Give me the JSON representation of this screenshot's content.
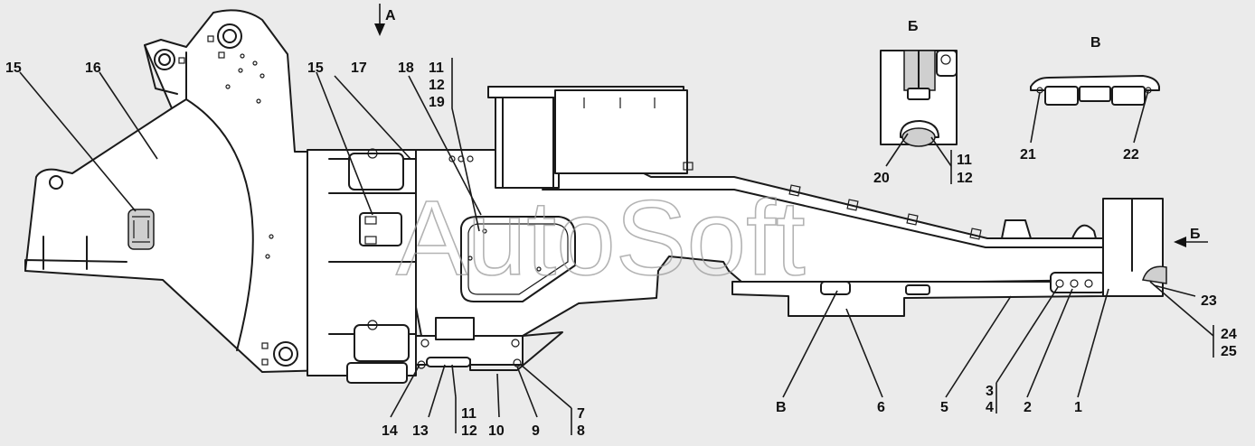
{
  "watermark": "AutoSoft",
  "views": {
    "a": "А",
    "b": "Б",
    "v": "В"
  },
  "callouts": {
    "c1": "1",
    "c2": "2",
    "c3": "3",
    "c4": "4",
    "c5": "5",
    "c6": "6",
    "c7": "7",
    "c8": "8",
    "c9": "9",
    "c10": "10",
    "c11": "11",
    "c12": "12",
    "c13": "13",
    "c14": "14",
    "c15": "15",
    "c16": "16",
    "c17": "17",
    "c18": "18",
    "c19": "19",
    "c20": "20",
    "c21": "21",
    "c22": "22",
    "c23": "23",
    "c24": "24",
    "c25": "25"
  }
}
